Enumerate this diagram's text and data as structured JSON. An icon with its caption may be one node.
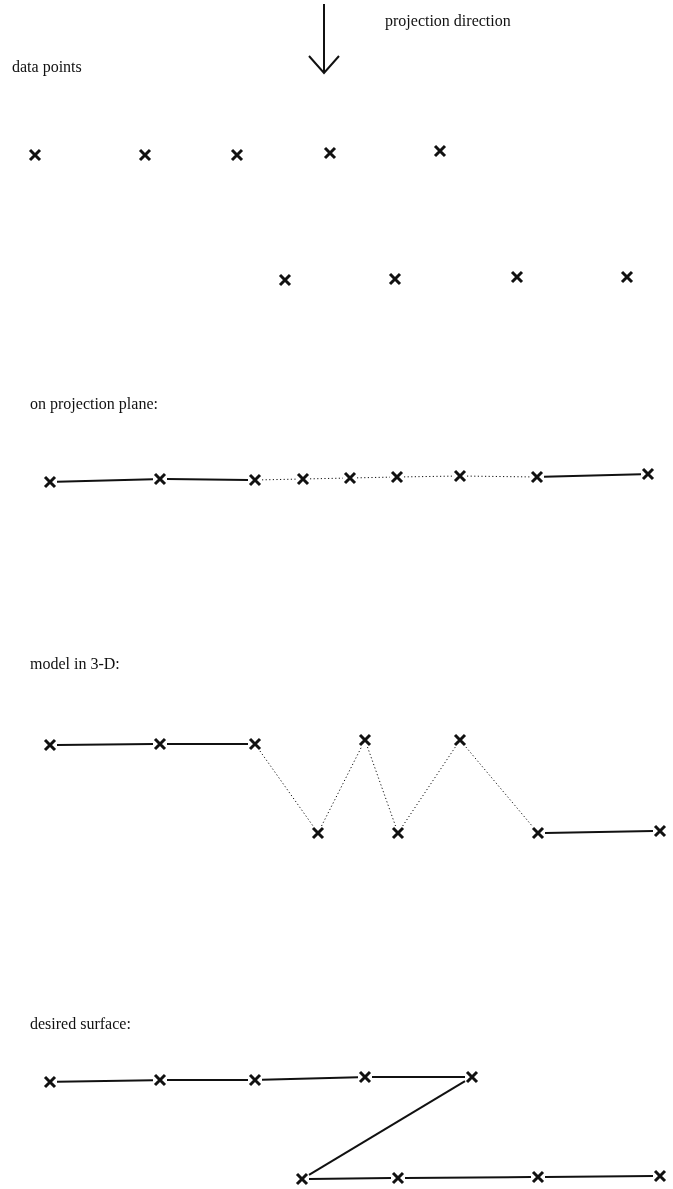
{
  "diagram": {
    "nodes": [
      {
        "text": [],
        "shape": "cross"
      },
      {
        "text": [],
        "shape": "cross"
      },
      {
        "text": [],
        "shape": "cross"
      },
      {
        "text": [],
        "shape": "cross"
      },
      {
        "text": [],
        "shape": "cross"
      },
      {
        "text": [],
        "shape": "cross"
      },
      {
        "text": [],
        "shape": "cross"
      },
      {
        "text": [],
        "shape": "cross"
      },
      {
        "text": [],
        "shape": "cross"
      },
      {
        "text": [],
        "shape": "cross"
      },
      {
        "text": [],
        "shape": "cross"
      },
      {
        "text": [],
        "shape": "cross"
      },
      {
        "text": [],
        "shape": "cross"
      },
      {
        "text": [],
        "shape": "cross"
      },
      {
        "text": [],
        "shape": "cross"
      },
      {
        "text": [],
        "shape": "cross"
      },
      {
        "text": [],
        "shape": "cross"
      },
      {
        "text": [],
        "shape": "cross"
      },
      {
        "text": [],
        "shape": "cross"
      },
      {
        "text": [],
        "shape": "cross"
      },
      {
        "text": [],
        "shape": "cross"
      },
      {
        "text": [],
        "shape": "cross"
      },
      {
        "text": [],
        "shape": "cross"
      },
      {
        "text": [],
        "shape": "cross"
      },
      {
        "text": [],
        "shape": "cross"
      },
      {
        "text": [],
        "shape": "cross"
      },
      {
        "text": [],
        "shape": "cross"
      },
      {
        "text": [],
        "shape": "cross"
      },
      {
        "text": [],
        "shape": "cross"
      },
      {
        "text": [],
        "shape": "cross"
      },
      {
        "text": [],
        "shape": "cross"
      },
      {
        "text": [],
        "shape": "cross"
      },
      {
        "text": [],
        "shape": "cross"
      },
      {
        "text": [],
        "shape": "cross"
      },
      {
        "text": [],
        "shape": "cross"
      },
      {
        "text": [],
        "shape": "cross"
      }
    ],
    "edges": [
      {
        "from": 9,
        "to": 10,
        "arrow": "none"
      },
      {
        "from": 10,
        "to": 11,
        "arrow": "none"
      },
      {
        "from": 11,
        "to": 12,
        "arrow": "none",
        "style": "dashed"
      },
      {
        "from": 12,
        "to": 13,
        "arrow": "none",
        "style": "dashed"
      },
      {
        "from": 13,
        "to": 14,
        "arrow": "none",
        "style": "dashed"
      },
      {
        "from": 14,
        "to": 15,
        "arrow": "none",
        "style": "dashed"
      },
      {
        "from": 15,
        "to": 16,
        "arrow": "none",
        "style": "dashed"
      },
      {
        "from": 16,
        "to": 17,
        "arrow": "none"
      },
      {
        "from": 18,
        "to": 19,
        "arrow": "none"
      },
      {
        "from": 19,
        "to": 20,
        "arrow": "none"
      },
      {
        "from": 20,
        "to": 21,
        "arrow": "none",
        "style": "dashed"
      },
      {
        "from": 21,
        "to": 22,
        "arrow": "none",
        "style": "dashed"
      },
      {
        "from": 22,
        "to": 23,
        "arrow": "none",
        "style": "dashed"
      },
      {
        "from": 23,
        "to": 24,
        "arrow": "none",
        "style": "dashed"
      },
      {
        "from": 24,
        "to": 25,
        "arrow": "none",
        "style": "dashed"
      },
      {
        "from": 25,
        "to": 26,
        "arrow": "none"
      },
      {
        "from": 27,
        "to": 28,
        "arrow": "none"
      },
      {
        "from": 28,
        "to": 29,
        "arrow": "none"
      },
      {
        "from": 29,
        "to": 30,
        "arrow": "none"
      },
      {
        "from": 30,
        "to": 31,
        "arrow": "none"
      },
      {
        "from": 31,
        "to": 32,
        "arrow": "none"
      },
      {
        "from": 32,
        "to": 33,
        "arrow": "none"
      },
      {
        "from": 33,
        "to": 34,
        "arrow": "none"
      },
      {
        "from": 34,
        "to": 35,
        "arrow": "none"
      }
    ],
    "labels": [
      "projection direction",
      "data points",
      "on projection plane:",
      "model in 3-D:",
      "desired surface:"
    ]
  }
}
